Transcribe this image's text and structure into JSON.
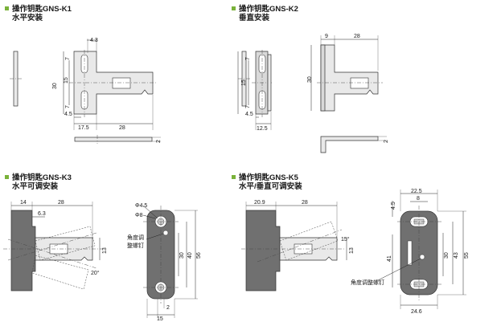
{
  "panels": [
    {
      "id": "k1",
      "title": "操作钥匙GNS-K1",
      "mount": "水平安装",
      "dims": [
        "4.3",
        "7",
        "15",
        "30",
        "7",
        "4.5",
        "17.5",
        "28",
        "2"
      ]
    },
    {
      "id": "k2",
      "title": "操作钥匙GNS-K2",
      "mount": "垂直安装",
      "dims": [
        "9",
        "28",
        "7",
        "15",
        "30",
        "7",
        "4.5",
        "12.5",
        "2"
      ]
    },
    {
      "id": "k3",
      "title": "操作钥匙GNS-K3",
      "mount": "水平可调安装",
      "dims": [
        "14",
        "28",
        "6.3",
        "13",
        "20°",
        "Φ4.5",
        "Φ8",
        "角度调",
        "整螺钉",
        "30",
        "40",
        "56",
        "2",
        "15"
      ]
    },
    {
      "id": "k5",
      "title": "操作钥匙GNS-K5",
      "mount": "水平/垂直可调安装",
      "dims": [
        "20.9",
        "28",
        "15°",
        "13",
        "22.5",
        "8",
        "4.5",
        "41",
        "30",
        "43",
        "55",
        "角度调整螺钉",
        "24.6"
      ]
    }
  ],
  "colors": {
    "bullet": "#7ab23a",
    "part": "#e9e9e9",
    "dark_part": "#707070"
  }
}
